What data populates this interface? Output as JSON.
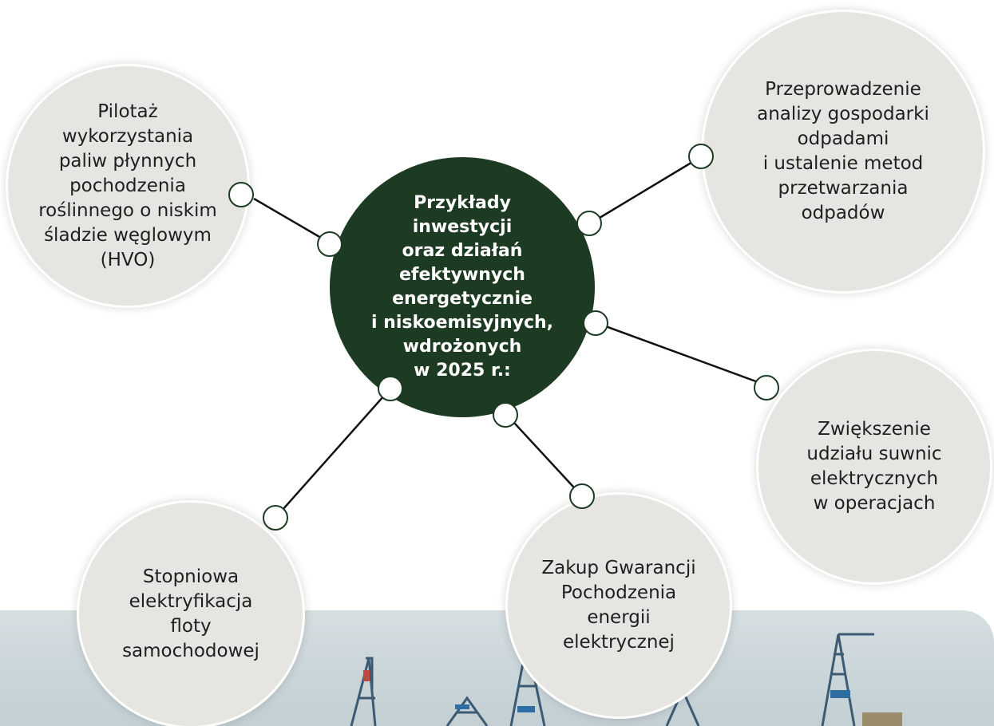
{
  "hub": {
    "text": "Przykłady\ninwestycji\noraz działań\nefektywnych\nenergetycznie\ni niskoemisyjnych,\nwdrożonych\nw 2025 r.:"
  },
  "bubbles": {
    "hvo": "Pilotaż\nwykorzystania\npaliw płynnych\npochodzenia\nroślinnego o niskim\nśladzie węglowym\n(HVO)",
    "waste": "Przeprowadzenie\nanalizy gospodarki\nodpadami\ni ustalenie metod\nprzetwarzania\nodpadów",
    "cranes": "Zwiększenie\nudziału suwnic\nelektrycznych\nw operacjach",
    "guarantees": "Zakup Gwarancji\nPochodzenia\nenergii\nelektrycznej",
    "fleet": "Stopniowa\nelektryfikacja\nfloty\nsamochodowej"
  },
  "colors": {
    "hub": "#1d3a23",
    "bubble": "#e6e5e1",
    "connector": "#111111"
  }
}
